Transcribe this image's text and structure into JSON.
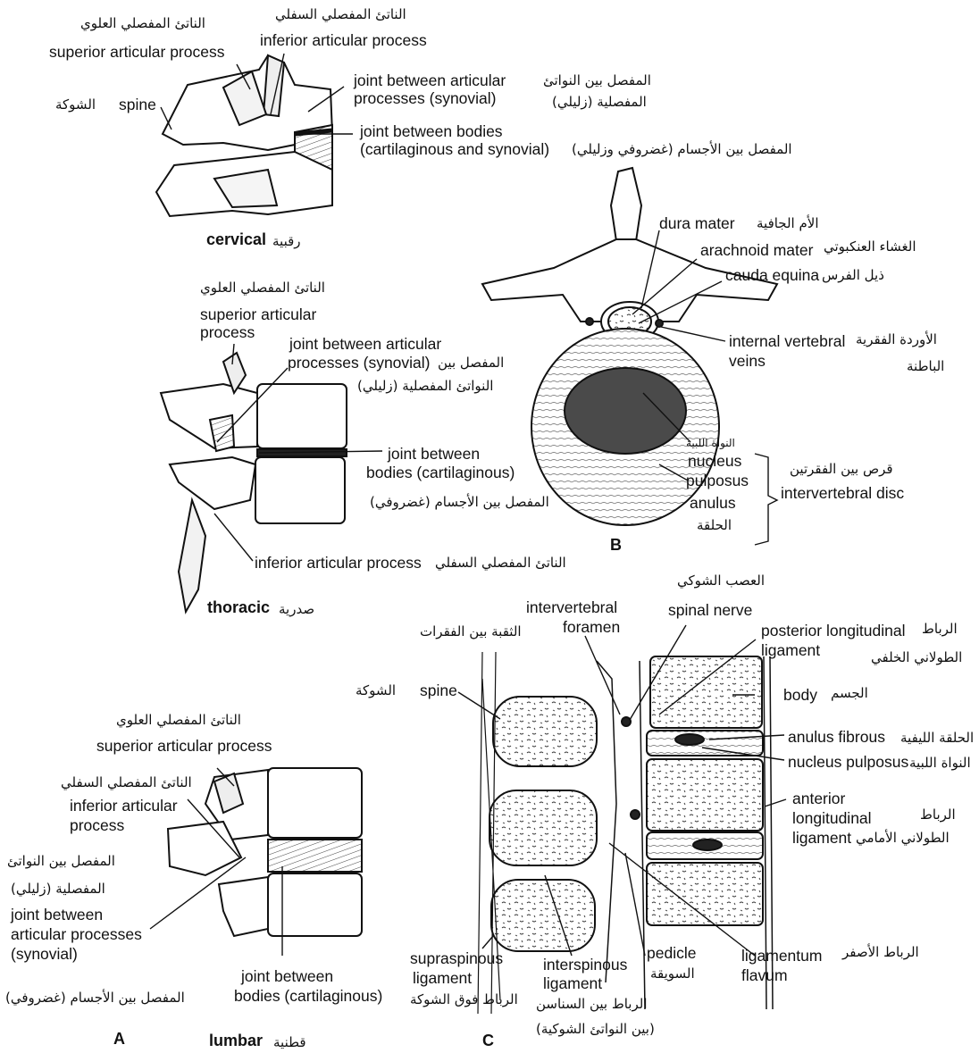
{
  "panels": {
    "A": "A",
    "B": "B",
    "C": "C"
  },
  "cervical": {
    "title_en": "cervical",
    "title_ar": "رقبية",
    "superior_ar": "الناتئ المفصلي العلوي",
    "superior_en": "superior articular process",
    "inferior_ar": "الناتئ المفصلي السفلي",
    "inferior_en": "inferior articular process",
    "spine_en": "spine",
    "spine_ar": "الشوكة",
    "joint_art_en1": "joint between articular",
    "joint_art_en2": "processes (synovial)",
    "joint_art_ar1": "المفصل بين النواتئ",
    "joint_art_ar2": "المفصلية (زليلي)",
    "joint_bodies_en1": "joint between bodies",
    "joint_bodies_en2": "(cartilaginous and synovial)",
    "joint_bodies_ar": "المفصل بين الأجسام (غضروفي وزليلي)"
  },
  "thoracic": {
    "title_en": "thoracic",
    "title_ar": "صدرية",
    "superior_ar": "الناتئ المفصلي العلوي",
    "superior_en1": "superior articular",
    "superior_en2": "process",
    "joint_art_en1": "joint between articular",
    "joint_art_en2": "processes (synovial)",
    "joint_art_ar1": "المفصل بين",
    "joint_art_ar2": "النواتئ المفصلية (زليلي)",
    "joint_bodies_en1": "joint between",
    "joint_bodies_en2": "bodies (cartilaginous)",
    "joint_bodies_ar": "المفصل بين الأجسام (غضروفي)",
    "inferior_en": "inferior articular process",
    "inferior_ar": "الناتئ المفصلي السفلي"
  },
  "lumbar": {
    "title_en": "lumbar",
    "title_ar": "قطنية",
    "superior_ar": "الناتئ المفصلي العلوي",
    "superior_en": "superior articular process",
    "inferior_ar": "الناتئ المفصلي السفلي",
    "inferior_en1": "inferior articular",
    "inferior_en2": "process",
    "joint_art_ar1": "المفصل بين النواتئ",
    "joint_art_ar2": "المفصلية (زليلي)",
    "joint_art_en1": "joint between",
    "joint_art_en2": "articular processes",
    "joint_art_en3": "(synovial)",
    "joint_bodies_en1": "joint between",
    "joint_bodies_en2": "bodies (cartilaginous)",
    "joint_bodies_ar": "المفصل بين الأجسام (غضروفي)"
  },
  "section_b": {
    "dura_en": "dura mater",
    "dura_ar": "الأم الجافية",
    "arachnoid_en": "arachnoid mater",
    "arachnoid_ar": "الغشاء العنكبوتي",
    "cauda_en": "cauda equina",
    "cauda_ar": "ذيل الفرس",
    "veins_en1": "internal vertebral",
    "veins_en2": "veins",
    "veins_ar1": "الأوردة الفقرية",
    "veins_ar2": "الباطنة",
    "nucleus_ar": "النواة اللبية",
    "nucleus_en1": "nucleus",
    "nucleus_en2": "pulposus",
    "anulus_en": "anulus",
    "anulus_ar": "الحلقة",
    "disc_ar": "قرص بين الفقرتين",
    "disc_en": "intervertebral disc"
  },
  "section_c": {
    "spinal_nerve_ar": "العصب الشوكي",
    "spinal_nerve_en": "spinal nerve",
    "foramen_en1": "intervertebral",
    "foramen_en2": "foramen",
    "foramen_ar": "الثقبة بين الفقرات",
    "pll_en1": "posterior longitudinal",
    "pll_en2": "ligament",
    "pll_ar1": "الرباط",
    "pll_ar2": "الطولاني الخلفي",
    "spine_en": "spine",
    "spine_ar": "الشوكة",
    "body_en": "body",
    "body_ar": "الجسم",
    "anulus_en": "anulus fibrous",
    "anulus_ar": "الحلقة الليفية",
    "nucleus_en": "nucleus pulposus",
    "nucleus_ar": "النواة اللبية",
    "all_en1": "anterior",
    "all_en2": "longitudinal",
    "all_en3": "ligament",
    "all_ar1": "الرباط",
    "all_ar2": "الطولاني الأمامي",
    "supra_en1": "supraspinous",
    "supra_en2": "ligament",
    "supra_ar": "الرباط فوق الشوكة",
    "inter_en1": "interspinous",
    "inter_en2": "ligament",
    "inter_ar1": "الرباط بين السناسن",
    "inter_ar2": "(بين النواتئ الشوكية)",
    "pedicle_en": "pedicle",
    "pedicle_ar": "السويقة",
    "flavum_en1": "ligamentum",
    "flavum_en2": "flavum",
    "flavum_ar": "الرباط الأصفر"
  }
}
